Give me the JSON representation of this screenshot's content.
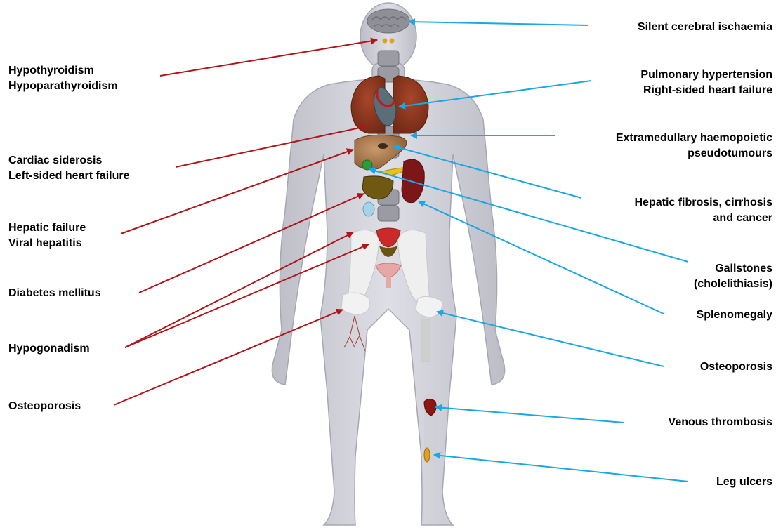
{
  "colors": {
    "left_arrows": "#b01418",
    "right_arrows": "#1aa7e3",
    "body_fill": "#c9c9d1",
    "body_stroke": "#9a9aa6"
  },
  "labels": {
    "left": [
      {
        "id": "thyroid",
        "lines": [
          "Hypothyroidism",
          "Hypoparathyroidism"
        ]
      },
      {
        "id": "cardiac",
        "lines": [
          "Cardiac siderosis",
          "Left-sided heart failure"
        ]
      },
      {
        "id": "hepatic",
        "lines": [
          "Hepatic failure",
          "Viral hepatitis"
        ]
      },
      {
        "id": "diabetes",
        "lines": [
          "Diabetes mellitus"
        ]
      },
      {
        "id": "hypogonadism",
        "lines": [
          "Hypogonadism"
        ]
      },
      {
        "id": "osteoporosis-left",
        "lines": [
          "Osteoporosis"
        ]
      }
    ],
    "right": [
      {
        "id": "cerebral",
        "lines": [
          "Silent cerebral ischaemia"
        ]
      },
      {
        "id": "pulmonary",
        "lines": [
          "Pulmonary hypertension",
          "Right-sided heart failure"
        ]
      },
      {
        "id": "extramedullary",
        "lines": [
          "Extramedullary haemopoietic",
          "pseudotumours"
        ]
      },
      {
        "id": "hepatic-fibrosis",
        "lines": [
          "Hepatic fibrosis, cirrhosis",
          "and cancer"
        ]
      },
      {
        "id": "gallstones",
        "lines": [
          "Gallstones",
          "(cholelithiasis)"
        ]
      },
      {
        "id": "splenomegaly",
        "lines": [
          "Splenomegaly"
        ]
      },
      {
        "id": "osteoporosis-right",
        "lines": [
          "Osteoporosis"
        ]
      },
      {
        "id": "venous",
        "lines": [
          "Venous thrombosis"
        ]
      },
      {
        "id": "leg-ulcers",
        "lines": [
          "Leg ulcers"
        ]
      }
    ]
  }
}
